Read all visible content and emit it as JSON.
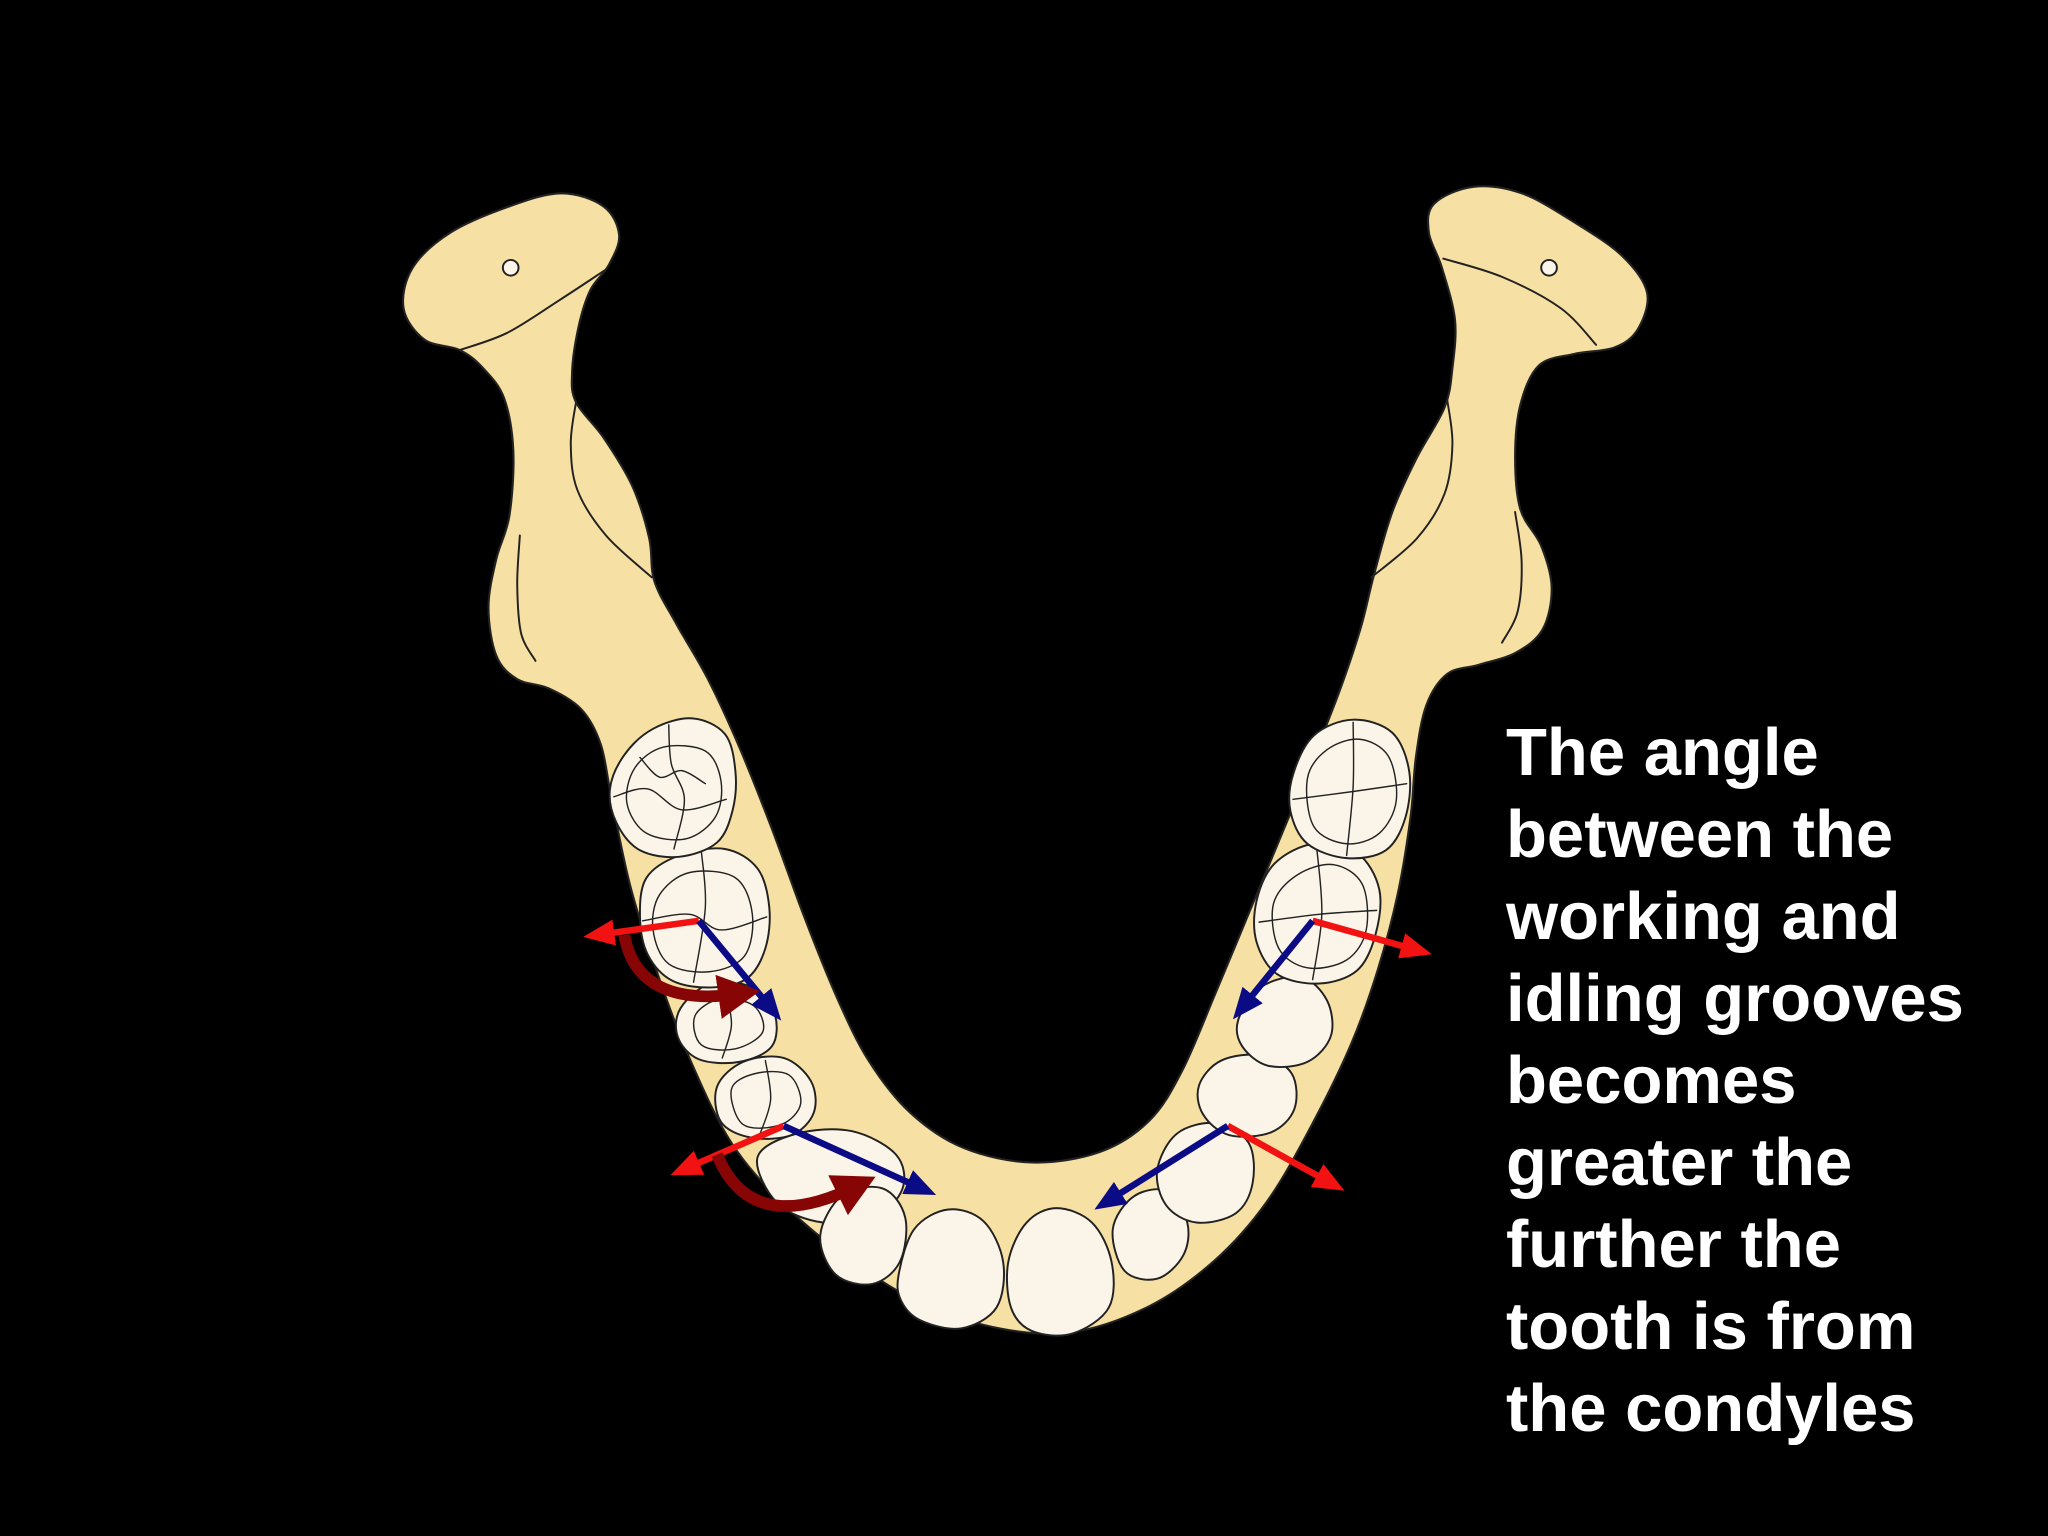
{
  "caption": {
    "lines": [
      "The angle",
      "between the",
      "working and",
      "idling grooves",
      "becomes",
      "greater the",
      "further the",
      "tooth is from",
      "the condyles"
    ]
  },
  "colors": {
    "background": "#000000",
    "bone": "#F7E0A3",
    "tooth": "#FBF5E9",
    "outline": "#222222",
    "red_arrow": "#F21212",
    "blue_arrow": "#0B0B86",
    "dark_red_arrow": "#870505",
    "caption_text": "#FFFFFF"
  }
}
